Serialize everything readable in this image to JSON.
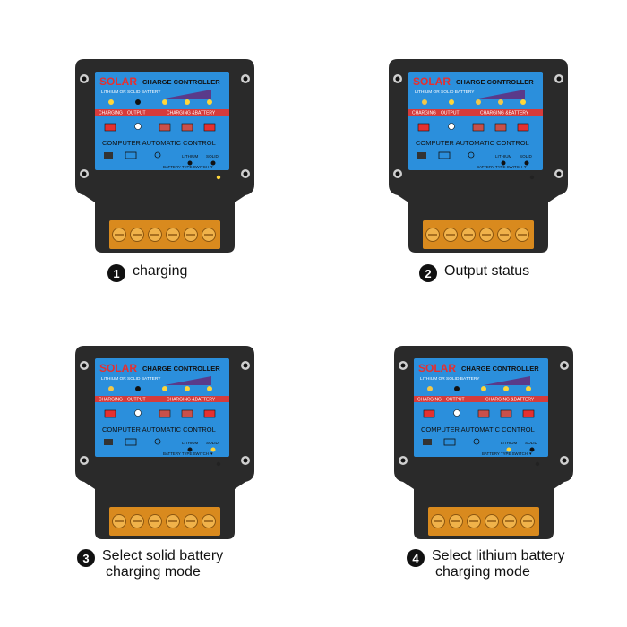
{
  "device": {
    "brand": "SOLAR",
    "title": "CHARGE CONTROLLER",
    "battery_note": "LITHIUM OR SOLID BATTERY",
    "label_charging": "CHARGING",
    "label_output": "OUTPUT",
    "label_charging_battery": "CHARGING &BATTERY",
    "auto_control": "COMPUTER AUTOMATIC CONTROL",
    "lithium": "LITHIUM",
    "solid": "SOLID",
    "switch_label": "BATTERY TYPE SWITCH ▼"
  },
  "colors": {
    "panel": "#2b8fdc",
    "red_band": "#d63b3b",
    "led_on": "#ffd63a",
    "terminal": "#d98a1e",
    "housing": "#2a2a2a"
  },
  "panels": [
    {
      "number": "1",
      "caption_lines": [
        "charging"
      ],
      "active_leds": [
        "charging"
      ]
    },
    {
      "number": "2",
      "caption_lines": [
        "Output status"
      ],
      "active_leds": [
        "output"
      ]
    },
    {
      "number": "3",
      "caption_lines": [
        "Select solid battery",
        "charging mode"
      ],
      "active_leds": [
        "solid"
      ]
    },
    {
      "number": "4",
      "caption_lines": [
        "Select lithium battery",
        "charging mode"
      ],
      "active_leds": [
        "lithium"
      ]
    }
  ]
}
